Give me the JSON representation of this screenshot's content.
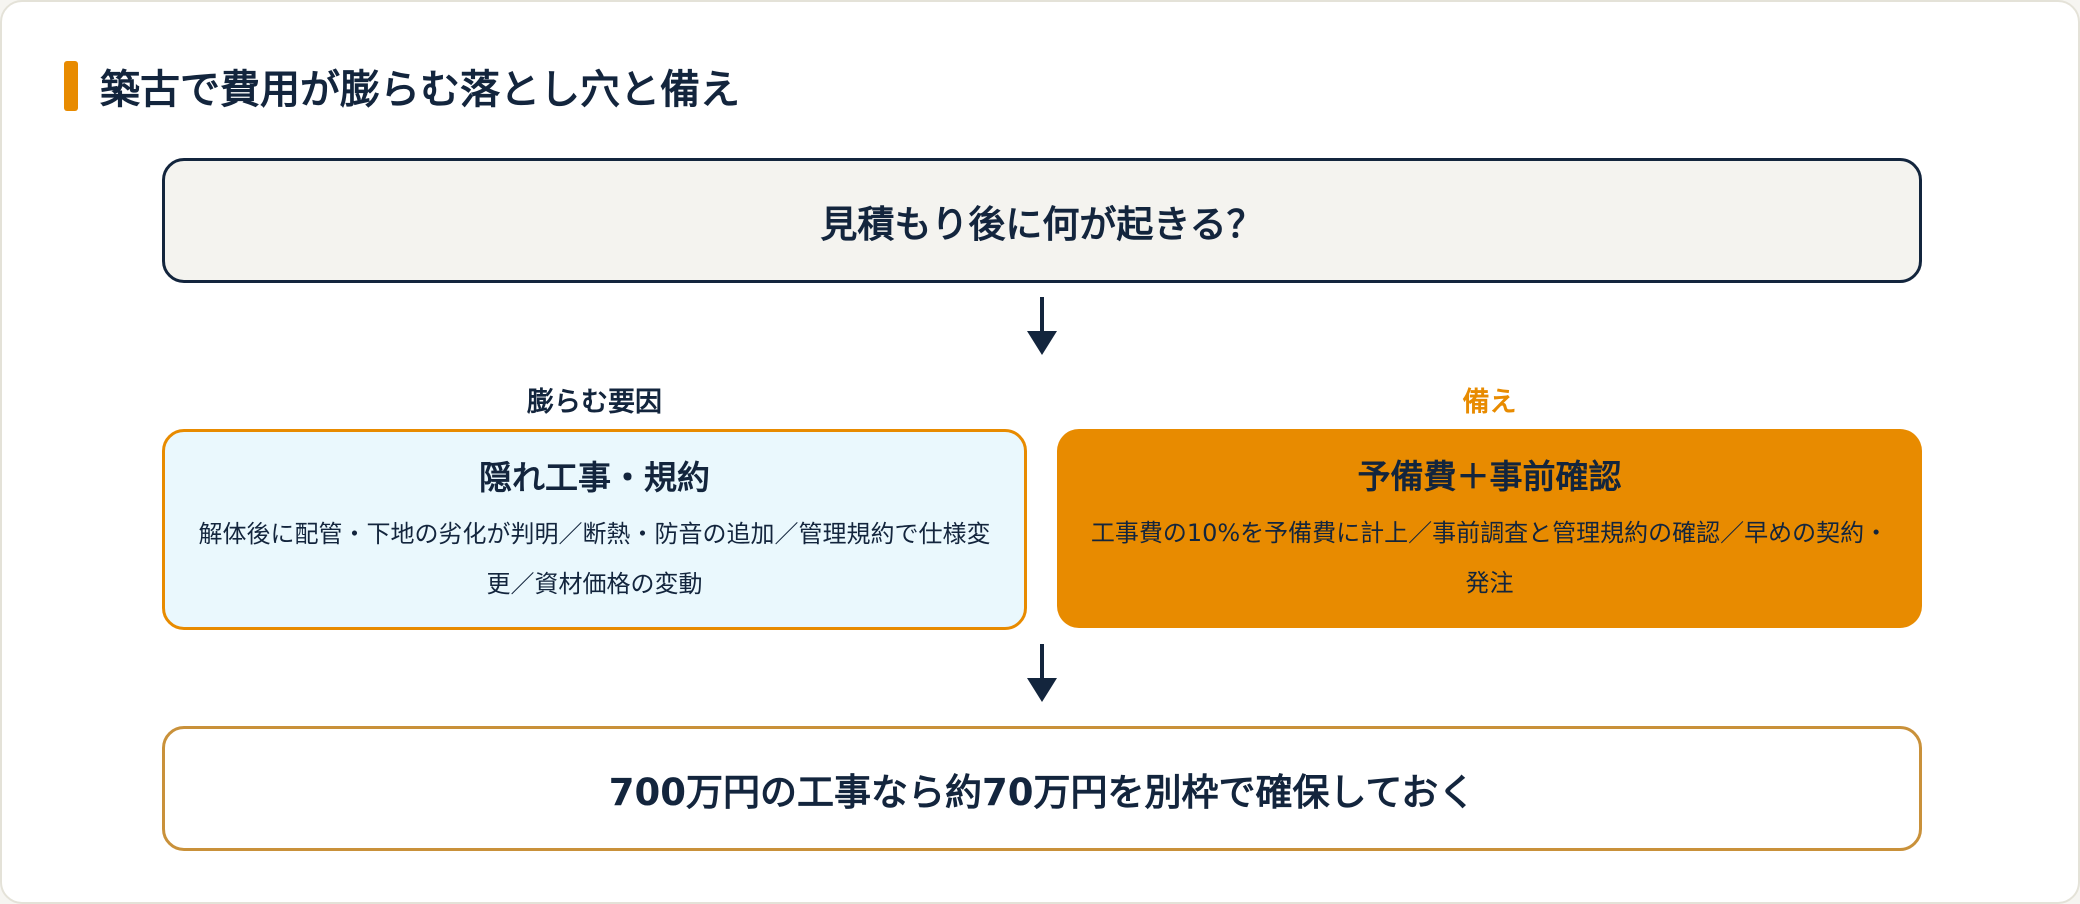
{
  "title": "築古で費用が膨らむ落とし穴と備え",
  "question": "見積もり後に何が起きる？",
  "left_column": {
    "label": "膨らむ要因",
    "heading": "隠れ工事・規約",
    "body": "解体後に配管・下地の劣化が判明／断熱・防音の追加／管理規約で仕様変更／資材価格の変動"
  },
  "right_column": {
    "label": "備え",
    "heading": "予備費＋事前確認",
    "body": "工事費の10%を予備費に計上／事前調査と管理規約の確認／早めの契約・発注"
  },
  "result": "700万円の工事なら約70万円を別枠で確保しておく",
  "colors": {
    "navy": "#13253d",
    "orange": "#e88b00",
    "light_blue": "#eaf8fd",
    "gold_border": "#c9913a"
  }
}
